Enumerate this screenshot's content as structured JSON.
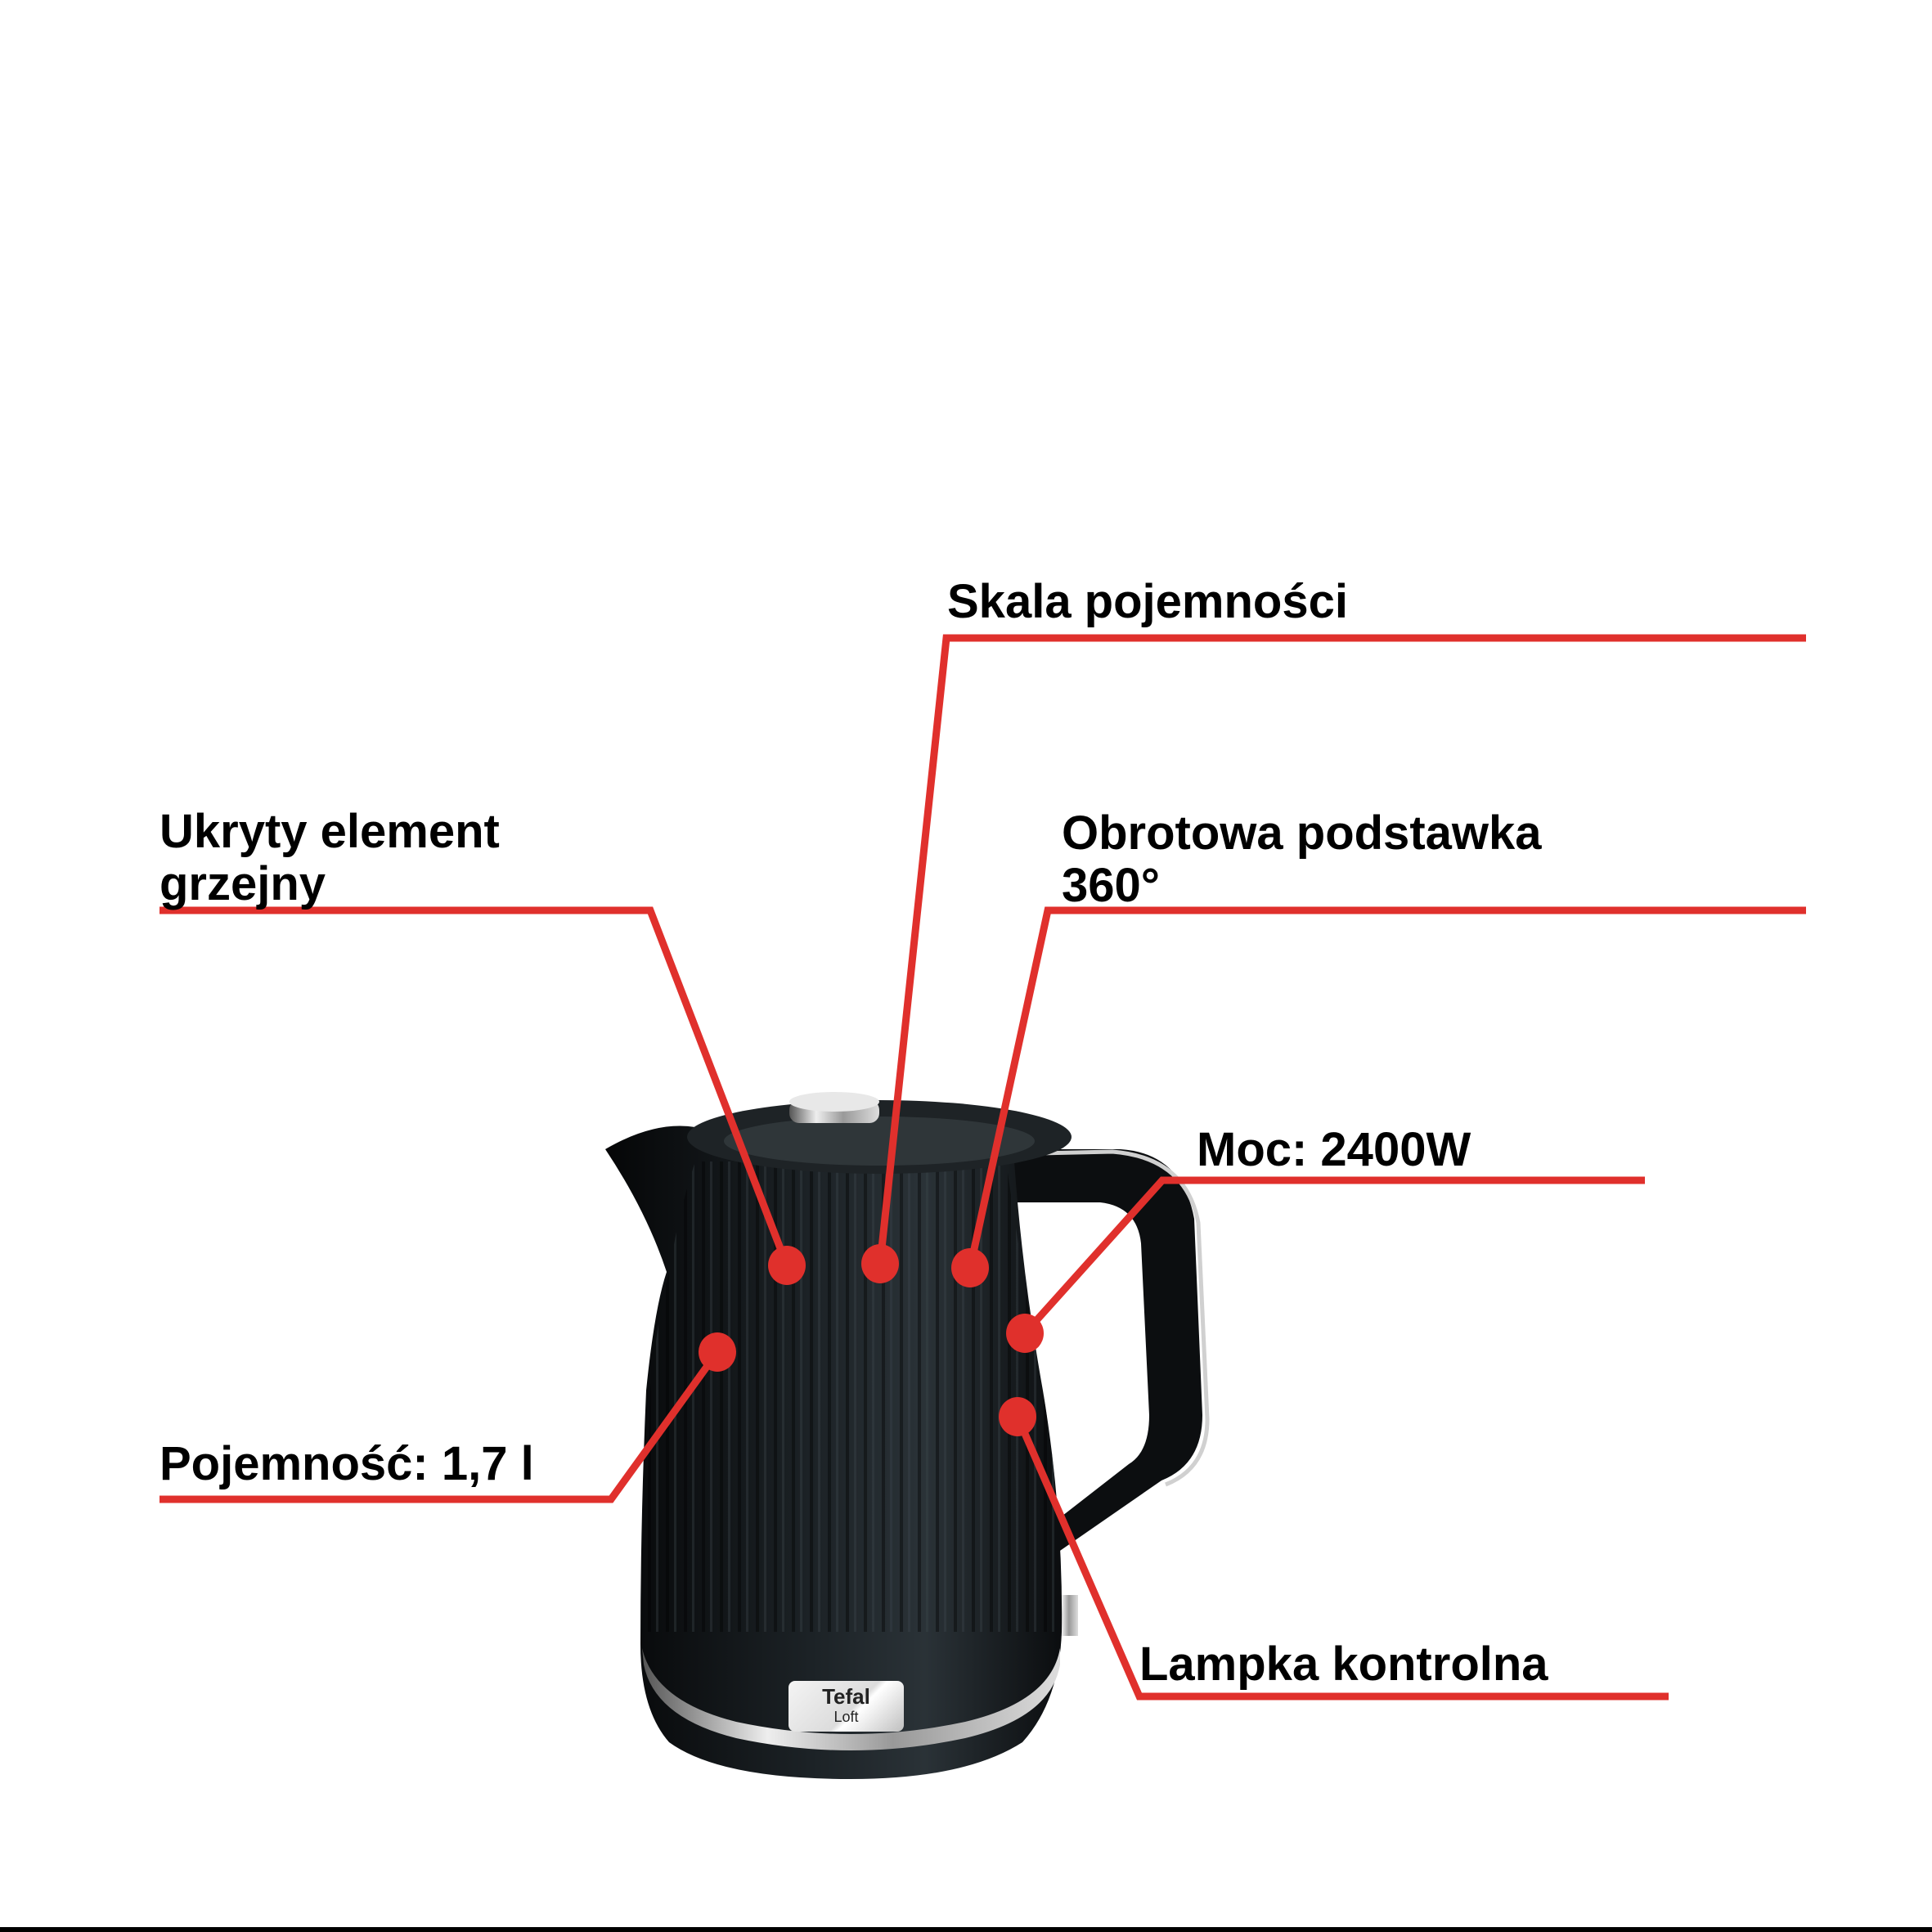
{
  "callouts": [
    {
      "id": "heating-element",
      "text_lines": [
        "Ukryty element",
        "grzejny"
      ]
    },
    {
      "id": "capacity-scale",
      "text_lines": [
        "Skala pojemności"
      ]
    },
    {
      "id": "swivel-base",
      "text_lines": [
        "Obrotowa podstawka",
        "360°"
      ]
    },
    {
      "id": "power",
      "text_lines": [
        "Moc: 2400W"
      ]
    },
    {
      "id": "capacity",
      "text_lines": [
        "Pojemność: 1,7 l"
      ]
    },
    {
      "id": "indicator-light",
      "text_lines": [
        "Lampka kontrolna"
      ]
    }
  ],
  "product": {
    "brand": "Tefal",
    "model": "Loft"
  },
  "colors": {
    "accent": "#e0302c",
    "kettle": "#111417",
    "text": "#000000"
  }
}
